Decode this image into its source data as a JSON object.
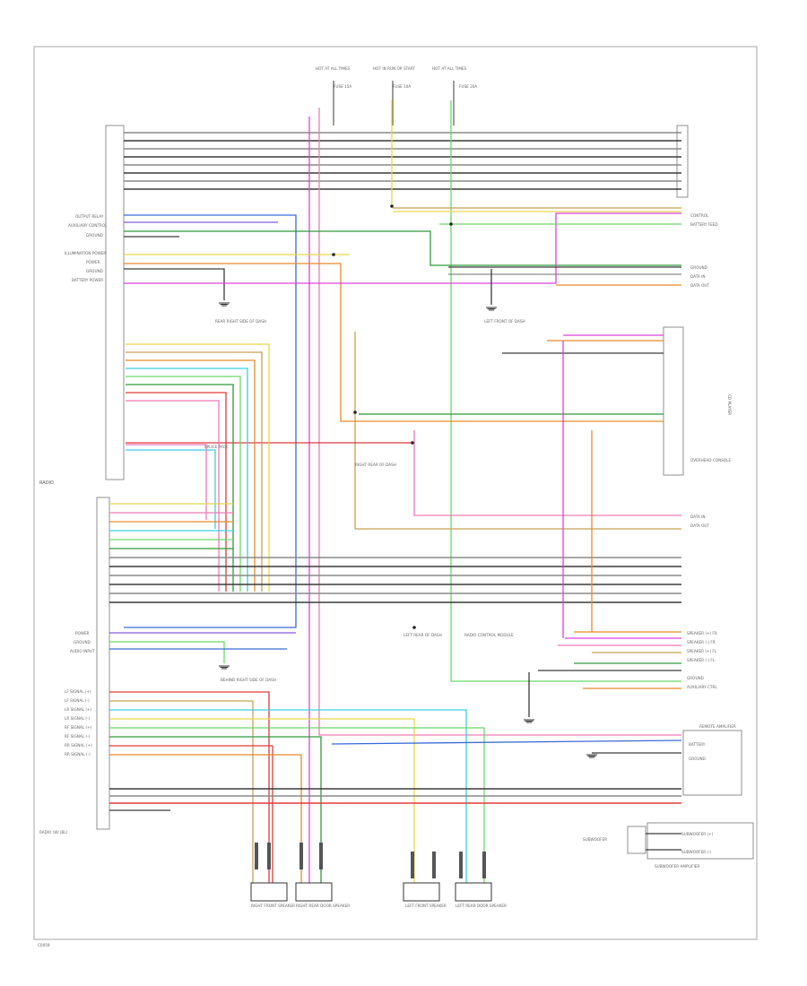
{
  "radio": {
    "label": "RADIO",
    "left_pins": [
      "OUTPUT RELAY",
      "AUXILIARY CONTROL",
      "GROUND",
      "ILLUMINATION POWER",
      "POWER",
      "GROUND",
      "BATTERY POWER"
    ],
    "power_pins": [
      "POWER",
      "GROUND",
      "AUDIO INPUT"
    ],
    "speaker_pins": [
      "LF SIGNAL (+)",
      "LF SIGNAL (-)",
      "LR SIGNAL (+)",
      "LR SIGNAL (-)",
      "RF SIGNAL (+)",
      "RF SIGNAL (-)",
      "RR SIGNAL (+)",
      "RR SIGNAL (-)"
    ],
    "bottom_label": "RADIO\n(W/ JBL)"
  },
  "fuses": [
    {
      "label": "HOT AT ALL TIMES",
      "fuse": "FUSE 15A"
    },
    {
      "label": "HOT IN RUN OR START",
      "fuse": "FUSE 10A"
    },
    {
      "label": "HOT AT ALL TIMES",
      "fuse": "FUSE 20A"
    }
  ],
  "right_components": [
    {
      "id": "cd-player",
      "label": "CD PLAYER"
    },
    {
      "id": "overhead-console",
      "label": "OVERHEAD CONSOLE"
    },
    {
      "id": "remote-amplifier",
      "label": "REMOTE AMPLIFIER"
    },
    {
      "id": "subwoofer-amplifier",
      "label": "SUBWOOFER AMPLIFIER"
    }
  ],
  "right_pin_labels": {
    "top": [
      "CONTROL",
      "BATTERY FEED",
      "GROUND",
      "DATA IN",
      "DATA OUT"
    ],
    "mid": [
      "DATA IN",
      "DATA OUT"
    ],
    "amp": [
      "SPEAKER (+) FR",
      "SPEAKER (-) FR",
      "SPEAKER (+) FL",
      "SPEAKER (-) FL",
      "GROUND",
      "AUXILIARY CTRL"
    ],
    "amp_low": [
      "BATTERY",
      "GROUND"
    ],
    "sub": [
      "SUBWOOFER (+)",
      "SUBWOOFER (-)"
    ]
  },
  "speakers": [
    {
      "label": "RIGHT FRONT SPEAKER"
    },
    {
      "label": "RIGHT REAR DOOR SPEAKER"
    },
    {
      "label": "LEFT FRONT SPEAKER"
    },
    {
      "label": "LEFT REAR DOOR SPEAKER"
    }
  ],
  "ground_labels": [
    "REAR RIGHT SIDE OF DASH",
    "LEFT FRONT OF DASH",
    "RIGHT REAR OF DASH",
    "LEFT REAR OF DASH",
    "BEHIND RIGHT SIDE OF DASH"
  ],
  "misc_labels": {
    "splice_pack": "SPLICE PACK",
    "radio_control_module": "RADIO CONTROL MODULE",
    "subwoofer": "SUBWOOFER",
    "subwoofer_amp_label": "SUBWOOFER AMPLIFIER",
    "bottom_left": "C0059"
  },
  "colors": {
    "black": "#3a3a3a",
    "gray": "#8a8a8a",
    "blue": "#3a6ad8",
    "green": "#2e9a3a",
    "yellow": "#e8d84a",
    "cyan": "#3ad0e0",
    "magenta": "#e040e0",
    "pink": "#f07ab8",
    "red": "#e23a3a",
    "orange": "#e88a2a",
    "lightgreen": "#6ad86a",
    "violet": "#8a5ae0",
    "tan": "#c8a050"
  }
}
